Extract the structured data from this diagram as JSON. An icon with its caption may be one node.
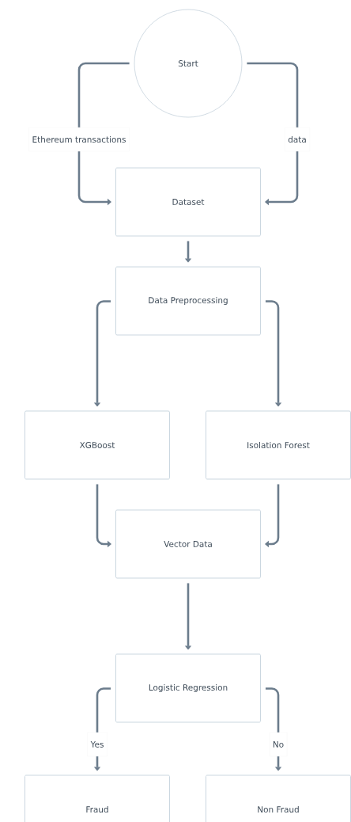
{
  "diagram": {
    "nodes": [
      {
        "text": [
          "Start"
        ]
      },
      {
        "text": [
          "Dataset"
        ]
      },
      {
        "text": [
          "Data Preprocessing"
        ]
      },
      {
        "text": [
          "XGBoost"
        ]
      },
      {
        "text": [
          "Isolation Forest"
        ]
      },
      {
        "text": [
          "Vector Data"
        ]
      },
      {
        "text": [
          "Logistic Regression"
        ]
      },
      {
        "text": [
          "Fraud"
        ]
      },
      {
        "text": [
          "Non Fraud"
        ]
      }
    ],
    "edges": [
      {
        "from": 0,
        "to": 1,
        "arrow": "to",
        "label": "Ethereum transactions"
      },
      {
        "from": 0,
        "to": 1,
        "arrow": "to",
        "label": "data"
      },
      {
        "from": 1,
        "to": 2,
        "arrow": "to"
      },
      {
        "from": 2,
        "to": 3,
        "arrow": "to"
      },
      {
        "from": 2,
        "to": 4,
        "arrow": "to"
      },
      {
        "from": 3,
        "to": 5,
        "arrow": "to"
      },
      {
        "from": 4,
        "to": 5,
        "arrow": "to"
      },
      {
        "from": 5,
        "to": 6,
        "arrow": "to"
      },
      {
        "from": 6,
        "to": 7,
        "arrow": "to",
        "label": "Yes"
      },
      {
        "from": 6,
        "to": 8,
        "arrow": "to",
        "label": "No"
      }
    ]
  }
}
